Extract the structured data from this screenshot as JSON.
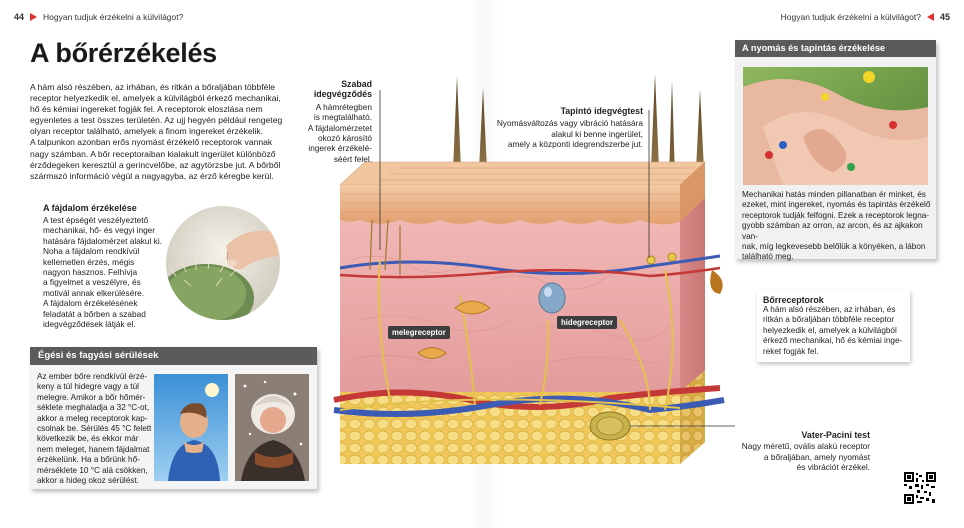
{
  "header": {
    "left_page_number": "44",
    "left_running_title": "Hogyan tudjuk érzékelni a külvilágot?",
    "right_running_title": "Hogyan tudjuk érzékelni a külvilágot?",
    "right_page_number": "45"
  },
  "title": "A bőrérzékelés",
  "intro": "A hám alsó részében, az irhában, és ritkán a bőraljában többféle\nreceptor helyezkedik el, amelyek a külvilágból érkező mechanikai,\nhő és kémiai ingereket fogják fel. A receptorok eloszlása nem\negyenletes a test összes területén. Az ujj hegyén például rengeteg\nolyan receptor található, amelyek a finom ingereket érzékelik.\nA talpunkon azonban erős nyomást érzékelő receptorok vannak\nnagy számban. A bőr receptoraiban kialakult ingerület különböző\nérződegeken keresztül a gerincvelőbe, az agytörzsbe jut. A bőrből\nszármazó információ végül a nagyagyba, az érző kéregbe kerül.",
  "pain": {
    "title": "A fájdalom érzékelése",
    "text": "A test épségét veszélyeztető\nmechanikai, hő- és vegyi inger\nhatására fájdalomérzet alakul ki.\nNoha a fájdalom rendkívül\nkellemetlen érzés, mégis\nnagyon hasznos. Felhívja\na figyelmet a veszélyre, és\nmotivál annak elkerülésére.\nA fájdalom érzékelésének\nfeladatát a bőrben a szabad\nidegvégződések látják el."
  },
  "burns": {
    "title": "Égési és fagyási sérülések",
    "text": "Az ember bőre rendkívül érzé-\nkeny a túl hidegre vagy a túl\nmelegre. Amikor a bőr hőmér-\nséklete meghaladja a 32 °C-ot,\nakkor a meleg receptorok kap-\ncsolnak be. Sérülés 45 °C felett\nkövetkezik be, és ekkor már\nnem meleget, hanem fájdalmat\nérzékelünk. Ha a bőrünk hő-\nmérséklete 10 °C alá csökken,\nakkor a hideg okoz sérülést."
  },
  "diagram": {
    "free_nerve": {
      "title": "Szabad\nidegvégződés",
      "text": "A hámrétegben\nis megtalálható.\nA fájdalomérzetet\nokozó károsító\ningerek érzékelé-\nséért felel."
    },
    "tactile": {
      "title": "Tapintó idegvégtest",
      "text": "Nyomásváltozás vagy vibráció hatására\nalakul ki benne ingerület,\namely a központi idegrendszerbe jut."
    },
    "warm_label": "melegreceptor",
    "cold_label": "hidegreceptor",
    "vater": {
      "title": "Vater-Pacini test",
      "text": "Nagy méretű, ovális alakú receptor\na bőraljában, amely nyomást\nés vibrációt érzékel."
    }
  },
  "pressure": {
    "title": "A nyomás és tapintás érzékelése",
    "text": "Mechanikai hatás minden pillanatban ér minket, és\nezeket, mint ingereket, nyomás és tapintás érzékelő\nreceptorok tudják felfogni. Ezek a receptorok legna-\ngyobb számban az orron, az arcon, és az ajkakon van-\nnak, míg legkevesebb belőlük a könyéken, a lábon\ntalálható meg."
  },
  "skin_receptors": {
    "title": "Bőrreceptorok",
    "text": "A hám alsó részében, az irhában, és\nritkán a bőraljában többféle receptor\nhelyezkedik el, amelyek a külvilágból\nérkező mechanikai, hő és kémiai inge-\nreket fogják fel."
  },
  "colors": {
    "accent_red": "#d33333",
    "box_header": "#5b5b5b",
    "skin_pink": "#e9a6a6",
    "fat_yellow": "#f2d36a"
  }
}
